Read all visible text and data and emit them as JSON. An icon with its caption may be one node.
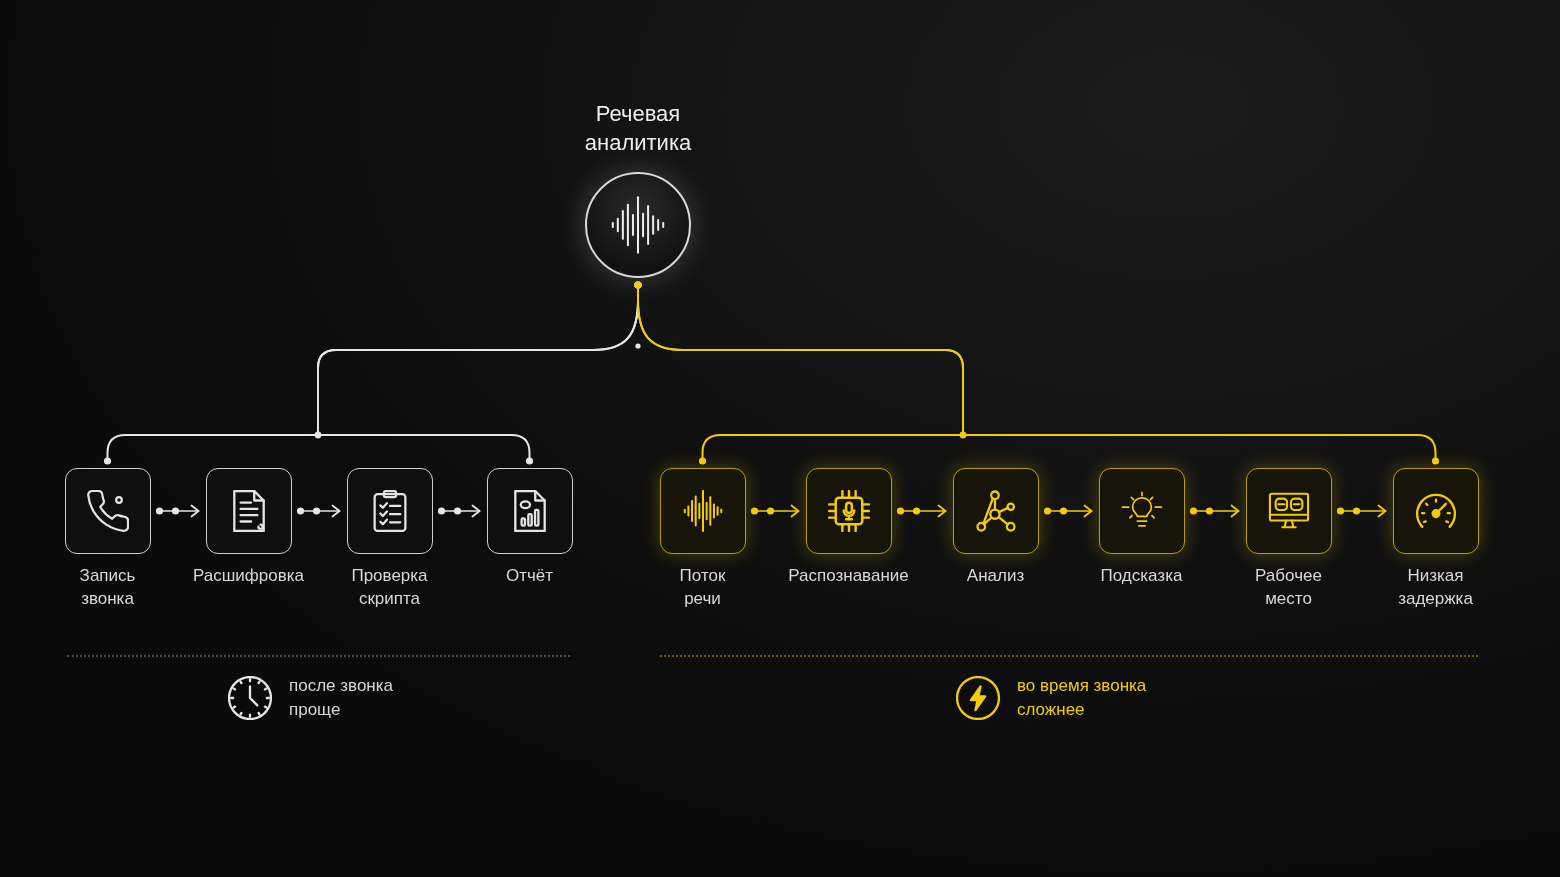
{
  "diagram": {
    "nodes": [
      {
        "text": [
          "Речевая аналитика"
        ]
      },
      {
        "text": [
          "Запись звонка"
        ]
      },
      {
        "text": [
          "Расшифровка"
        ]
      },
      {
        "text": [
          "Проверка скрипта"
        ]
      },
      {
        "text": [
          "Отчёт"
        ]
      },
      {
        "text": [
          "Поток речи"
        ]
      },
      {
        "text": [
          "Распознавание"
        ]
      },
      {
        "text": [
          "Анализ"
        ]
      },
      {
        "text": [
          "Подсказка"
        ]
      },
      {
        "text": [
          "Рабочее место"
        ]
      },
      {
        "text": [
          "Низкая задержка"
        ]
      }
    ],
    "edges": [
      {
        "from": 0,
        "to": 1,
        "arrow": "other",
        "color": "#e6e6e6"
      },
      {
        "from": 0,
        "to": 4,
        "arrow": "other",
        "color": "#e6e6e6"
      },
      {
        "from": 0,
        "to": 5,
        "arrow": "other"
      },
      {
        "from": 0,
        "to": 10,
        "arrow": "other"
      },
      {
        "from": 1,
        "to": 2,
        "arrow": "to",
        "color": "#e6e6e6"
      },
      {
        "from": 2,
        "to": 3,
        "arrow": "to",
        "color": "#e6e6e6"
      },
      {
        "from": 3,
        "to": 4,
        "arrow": "to",
        "color": "#e6e6e6"
      },
      {
        "from": 5,
        "to": 6,
        "arrow": "to"
      },
      {
        "from": 6,
        "to": 7,
        "arrow": "to"
      },
      {
        "from": 7,
        "to": 8,
        "arrow": "to"
      },
      {
        "from": 8,
        "to": 9,
        "arrow": "to"
      },
      {
        "from": 9,
        "to": 10,
        "arrow": "to"
      }
    ],
    "labels": [
      "после звонка проще",
      "во время звонка сложнее"
    ]
  }
}
